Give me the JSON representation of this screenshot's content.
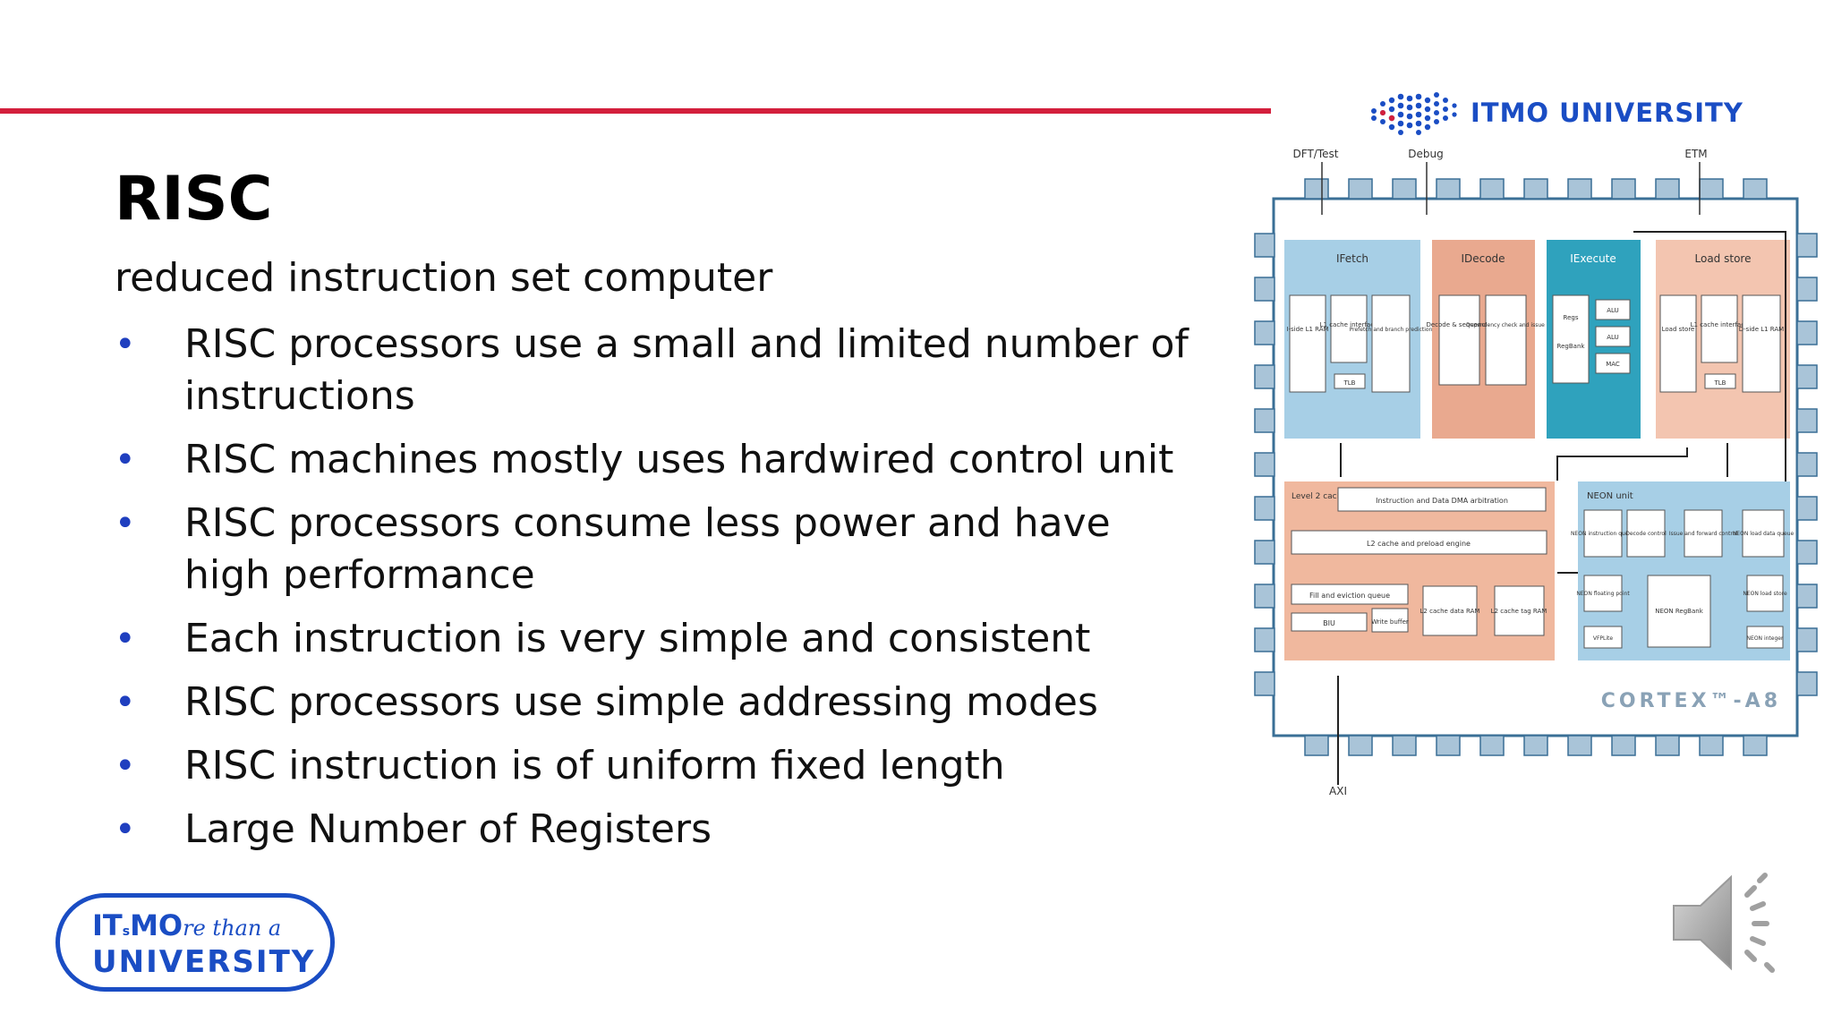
{
  "header": {
    "brand_text": "ITMO UNIVERSITY"
  },
  "slide": {
    "title": "RISC",
    "subtitle": "reduced instruction set computer",
    "bullets": [
      "RISC processors use a small and limited number of instructions",
      "RISC machines mostly uses hardwired control unit",
      "RISC processors consume less power and have high performance",
      "Each instruction is very simple and consistent",
      "RISC processors use simple addressing modes",
      "RISC instruction is of uniform fixed length",
      "Large Number of Registers"
    ]
  },
  "diagram": {
    "pins_top": [
      "DFT/Test",
      "Debug",
      "ETM"
    ],
    "pin_bottom": "AXI",
    "stages": [
      "IFetch",
      "IDecode",
      "IExecute",
      "Load store"
    ],
    "ifetch_blocks": [
      "I-side L1 RAM",
      "L1 cache interface",
      "Prefetch and branch prediction",
      "TLB"
    ],
    "idecode_blocks": [
      "Decode & sequencer",
      "Dependency check and issue"
    ],
    "iexecute_blocks": [
      "Regs",
      "RegBank",
      "ALU",
      "ALU",
      "MAC"
    ],
    "loadstore_blocks": [
      "Load store",
      "L1 cache interface",
      "D-side L1 RAM",
      "TLB"
    ],
    "l2_label": "Level 2 cache",
    "l2_blocks": [
      "Instruction and Data DMA arbitration",
      "L2 cache and preload engine",
      "Fill and eviction queue",
      "BIU",
      "Write buffer",
      "L2 cache data RAM",
      "L2 cache tag RAM"
    ],
    "neon_label": "NEON unit",
    "neon_blocks": [
      "NEON instruction queue",
      "Decode control",
      "Issue and forward control",
      "NEON load data queue",
      "NEON floating point",
      "NEON RegBank",
      "NEON load store",
      "VFPLite",
      "NEON integer"
    ],
    "product": "CORTEX™-A8"
  },
  "footer_logo": {
    "line1_bold": "IT",
    "line1_small": "s",
    "line1_rest": "MO",
    "line1_script": "re than a",
    "line2": "UNIVERSITY"
  },
  "colors": {
    "accent_red": "#d31f3c",
    "brand_blue": "#1a4dc4",
    "ifetch": "#a7cfe6",
    "idecode": "#e9a98f",
    "iexecute": "#2fa2bd",
    "loadstore": "#f3c5b0",
    "l2cache": "#f0b89e",
    "neon": "#a7cfe6",
    "pin": "#a9c4d8"
  },
  "icons": {
    "speaker": "speaker-volume-icon",
    "brand_mark": "dot-grid-icon"
  }
}
